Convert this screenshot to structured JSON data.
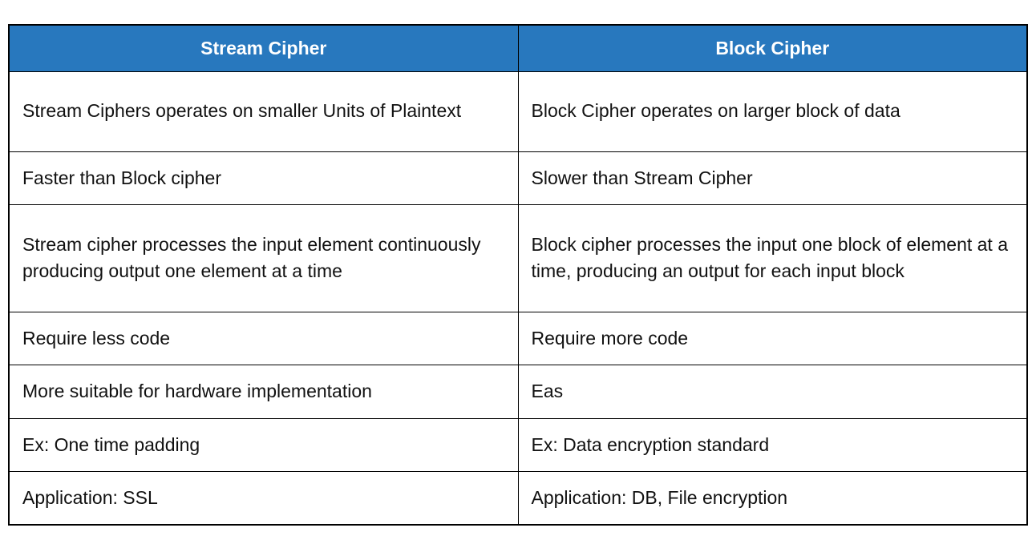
{
  "table": {
    "headers": [
      "Stream Cipher",
      "Block Cipher"
    ],
    "rows": [
      [
        "Stream Ciphers operates on smaller Units of Plaintext",
        "Block Cipher operates on larger block of data"
      ],
      [
        "Faster than Block cipher",
        "Slower than Stream Cipher"
      ],
      [
        "Stream cipher processes the input element continuously producing output one element at a time",
        "Block cipher processes the input one block of element at a time, producing an output for each input block"
      ],
      [
        "Require less code",
        "Require more code"
      ],
      [
        "More suitable for hardware implementation",
        "Eas"
      ],
      [
        "Ex: One time padding",
        "Ex: Data encryption standard"
      ],
      [
        "Application: SSL",
        "Application: DB, File encryption"
      ]
    ],
    "colors": {
      "header_bg": "#2878BE",
      "header_text": "#FFFFFF",
      "border": "#000000"
    }
  }
}
